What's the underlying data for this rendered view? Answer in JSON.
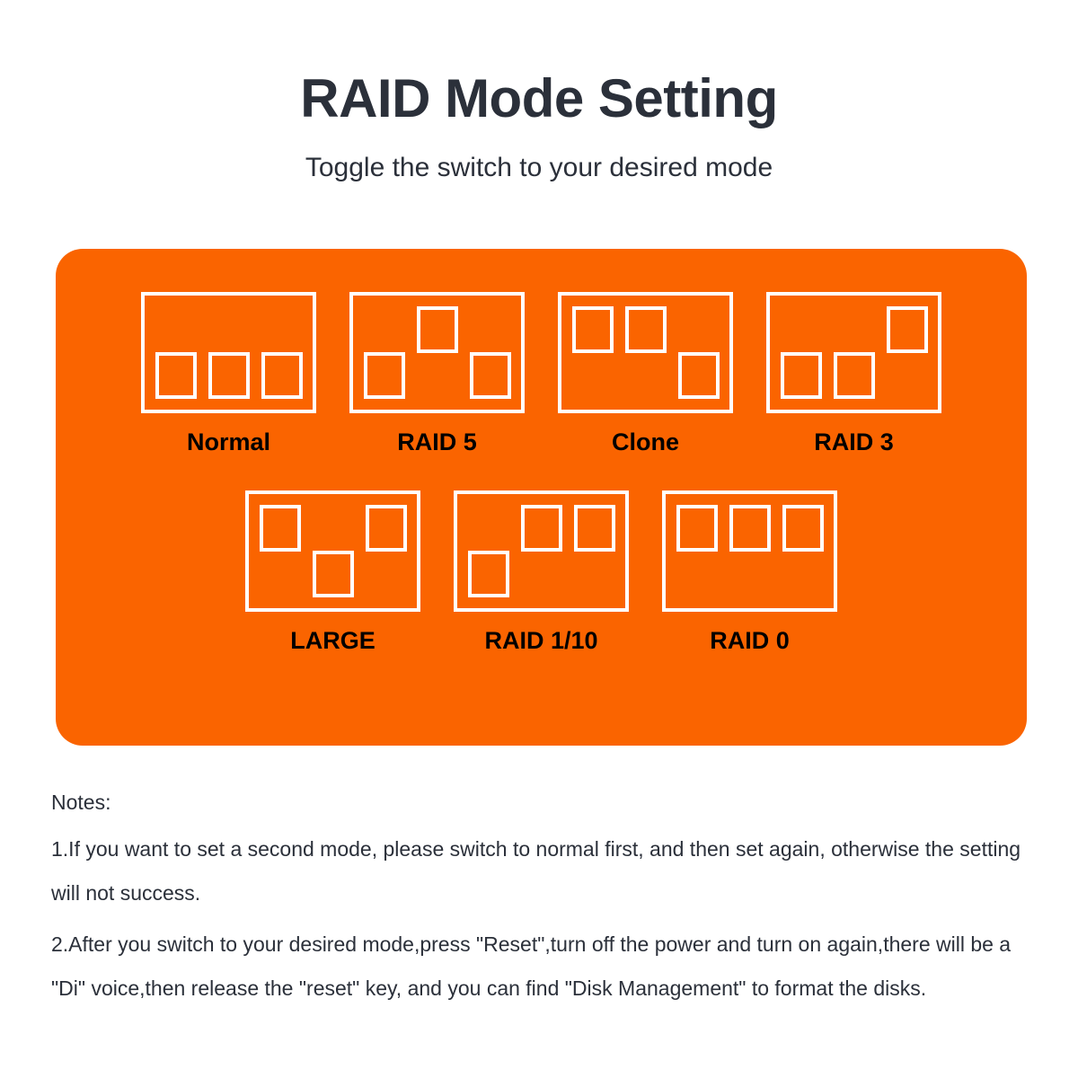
{
  "header": {
    "title": "RAID Mode Setting",
    "subtitle": "Toggle the switch to your desired mode"
  },
  "panel": {
    "background_color": "#fa6400",
    "switch_color": "#ffffff",
    "label_color": "#000000",
    "rows": [
      {
        "modes": [
          {
            "label": "Normal",
            "switches": [
              "down",
              "down",
              "down"
            ]
          },
          {
            "label": "RAID 5",
            "switches": [
              "down",
              "up",
              "down"
            ]
          },
          {
            "label": "Clone",
            "switches": [
              "up",
              "up",
              "down"
            ]
          },
          {
            "label": "RAID 3",
            "switches": [
              "down",
              "down",
              "up"
            ]
          }
        ]
      },
      {
        "modes": [
          {
            "label": "LARGE",
            "switches": [
              "up",
              "down",
              "up"
            ]
          },
          {
            "label": "RAID 1/10",
            "switches": [
              "down",
              "up",
              "up"
            ]
          },
          {
            "label": "RAID 0",
            "switches": [
              "up",
              "up",
              "up"
            ]
          }
        ]
      }
    ]
  },
  "notes": {
    "heading": "Notes:",
    "items": [
      "1.If you want to set a second mode, please switch to normal first, and then set again, otherwise the setting will not success.",
      "2.After you switch to your desired mode,press \"Reset\",turn off the power and turn on again,there will be a \"Di\" voice,then release the \"reset\" key, and you can find \"Disk Management\" to format the disks."
    ]
  }
}
